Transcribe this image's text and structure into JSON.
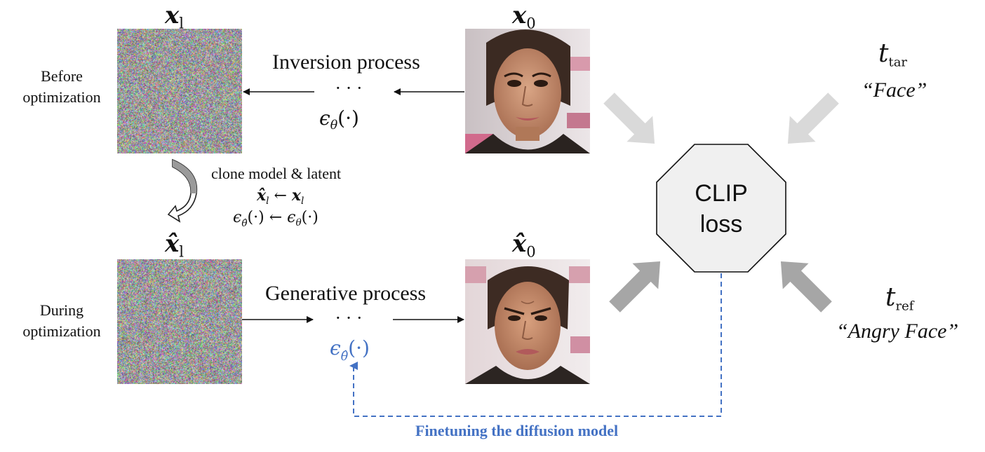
{
  "rows": {
    "before_label": [
      "Before",
      "optimization"
    ],
    "during_label": [
      "During",
      "optimization"
    ]
  },
  "latents": {
    "x_l": "x",
    "x_l_sub": "l",
    "xhat_l": "x̂",
    "xhat_l_sub": "l",
    "x_0": "x",
    "x_0_sub": "0",
    "xhat_0": "x̂",
    "xhat_0_sub": "0"
  },
  "processes": {
    "inversion": "Inversion process",
    "generative": "Generative process",
    "dots": "· · ·",
    "eps_theta": "ϵ",
    "eps_theta_sub": "θ",
    "eps_theta_args": "(·)",
    "eps_hat_theta": "ϵ",
    "eps_hat_theta_sub": "θ̂",
    "eps_hat_theta_args": "(·)"
  },
  "clone": {
    "title": "clone model & latent",
    "line1_lhs": "x̂",
    "line1_lhs_sub": "l",
    "arrow": "←",
    "line1_rhs": "x",
    "line1_rhs_sub": "l",
    "line2_lhs": "ϵ",
    "line2_lhs_sub": "θ̂",
    "line2_lhs_args": "(·)",
    "line2_rhs": "ϵ",
    "line2_rhs_sub": "θ",
    "line2_rhs_args": "(·)"
  },
  "clip": {
    "line1": "CLIP",
    "line2": "loss"
  },
  "targets": {
    "t_tar": "t",
    "t_tar_sub": "tar",
    "t_tar_text": "“Face”",
    "t_ref": "t",
    "t_ref_sub": "ref",
    "t_ref_text": "“Angry Face”"
  },
  "finetune_label": "Finetuning the diffusion model",
  "colors": {
    "accent_blue": "#4472c4",
    "arrow_light": "#d9d9d9",
    "arrow_dark": "#a6a6a6",
    "octagon_fill": "#f0f0f0"
  }
}
